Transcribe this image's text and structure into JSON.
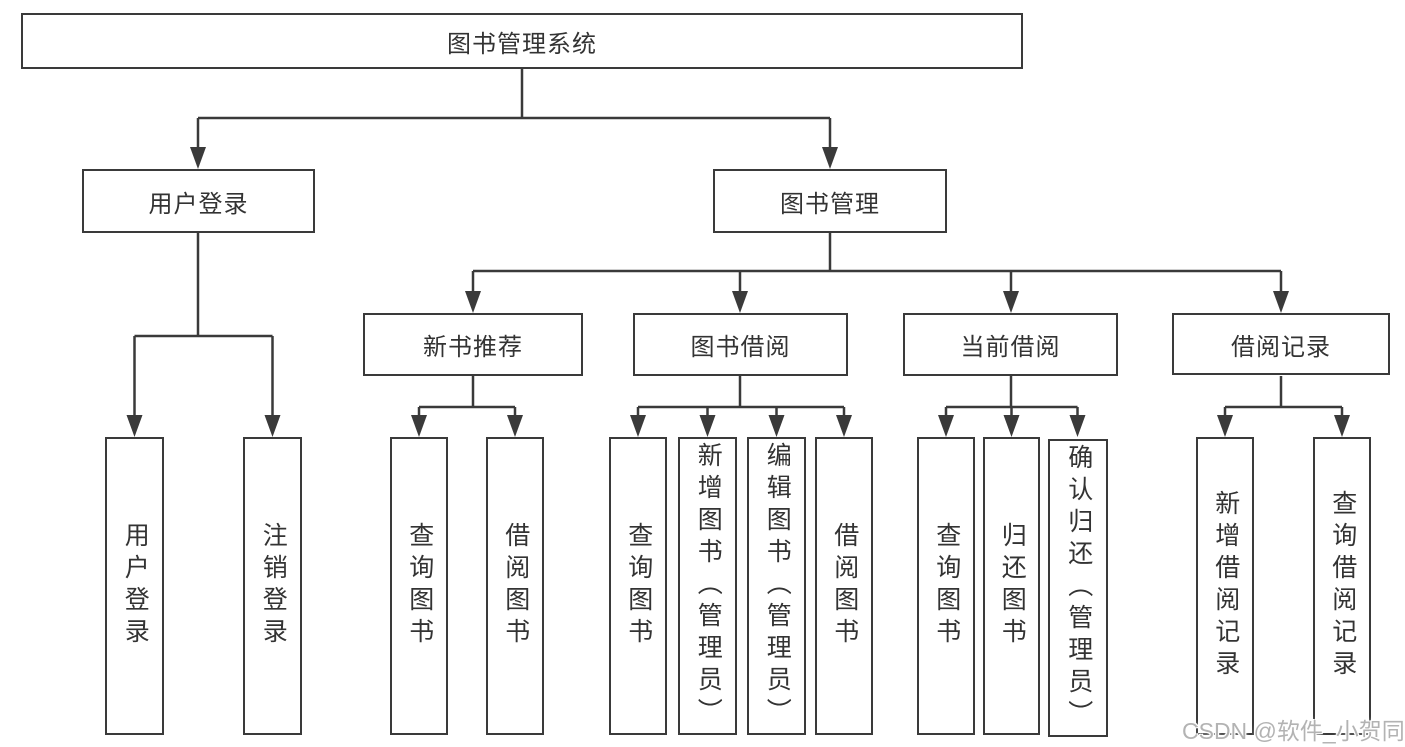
{
  "tree": {
    "root": {
      "label": "图书管理系统",
      "children": [
        {
          "label": "用户登录",
          "children": [
            {
              "label": "用户登录"
            },
            {
              "label": "注销登录"
            }
          ]
        },
        {
          "label": "图书管理",
          "children": [
            {
              "label": "新书推荐",
              "children": [
                {
                  "label": "查询图书"
                },
                {
                  "label": "借阅图书"
                }
              ]
            },
            {
              "label": "图书借阅",
              "children": [
                {
                  "label": "查询图书"
                },
                {
                  "label": "新增图书（管理员）"
                },
                {
                  "label": "编辑图书（管理员）"
                },
                {
                  "label": "借阅图书"
                }
              ]
            },
            {
              "label": "当前借阅",
              "children": [
                {
                  "label": "查询图书"
                },
                {
                  "label": "归还图书"
                },
                {
                  "label": "确认归还（管理员）"
                }
              ]
            },
            {
              "label": "借阅记录",
              "children": [
                {
                  "label": "新增借阅记录"
                },
                {
                  "label": "查询借阅记录"
                }
              ]
            }
          ]
        }
      ]
    }
  },
  "watermark": {
    "text": "CSDN @软件_小贺同学"
  },
  "colors": {
    "box_border": "#3a3a3a",
    "connector_line": "#3a3a3a",
    "node_text": "#333333",
    "watermark_text": "#b3b3b3",
    "background": "#ffffff"
  }
}
